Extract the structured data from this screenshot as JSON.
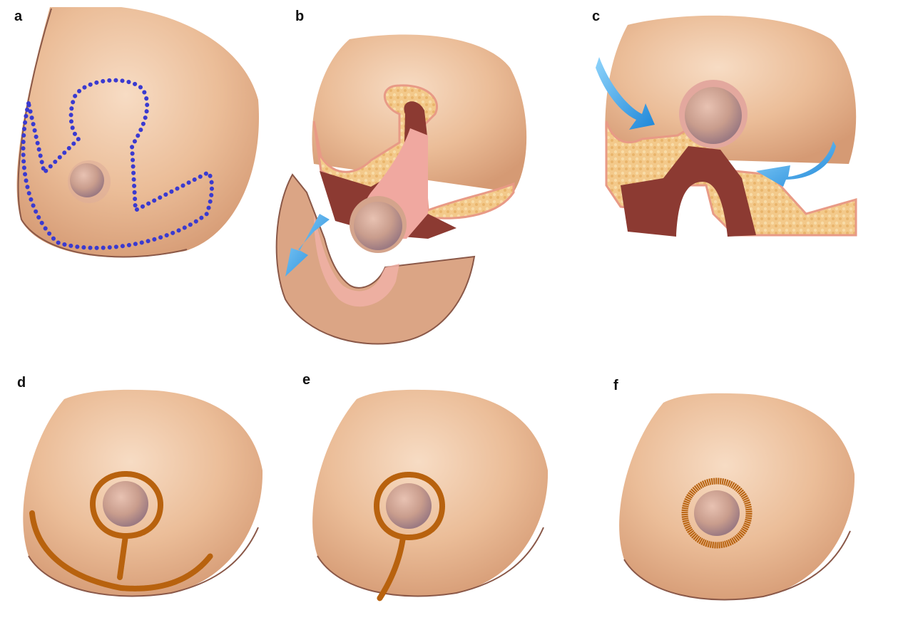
{
  "panels": [
    {
      "letter": "a",
      "stage": "incision-marking"
    },
    {
      "letter": "b",
      "stage": "tissue-resection"
    },
    {
      "letter": "c",
      "stage": "flap-closure"
    },
    {
      "letter": "d",
      "stage": "scar-inverted-t"
    },
    {
      "letter": "e",
      "stage": "scar-vertical"
    },
    {
      "letter": "f",
      "stage": "scar-periareolar"
    }
  ],
  "colors": {
    "skin": "#e6b68f",
    "skin_light": "#f6dcc2",
    "skin_shadow": "#c98f6b",
    "outline": "#8a5848",
    "nipple": "#c89888",
    "areola": "#d8ac98",
    "dotted_marking": "#3a3ad0",
    "scar": "#b8620e",
    "fat": "#f0c27a",
    "muscle": "#8c3a32",
    "dermis": "#f2aaa0",
    "arrow": "#3aa6ea"
  }
}
